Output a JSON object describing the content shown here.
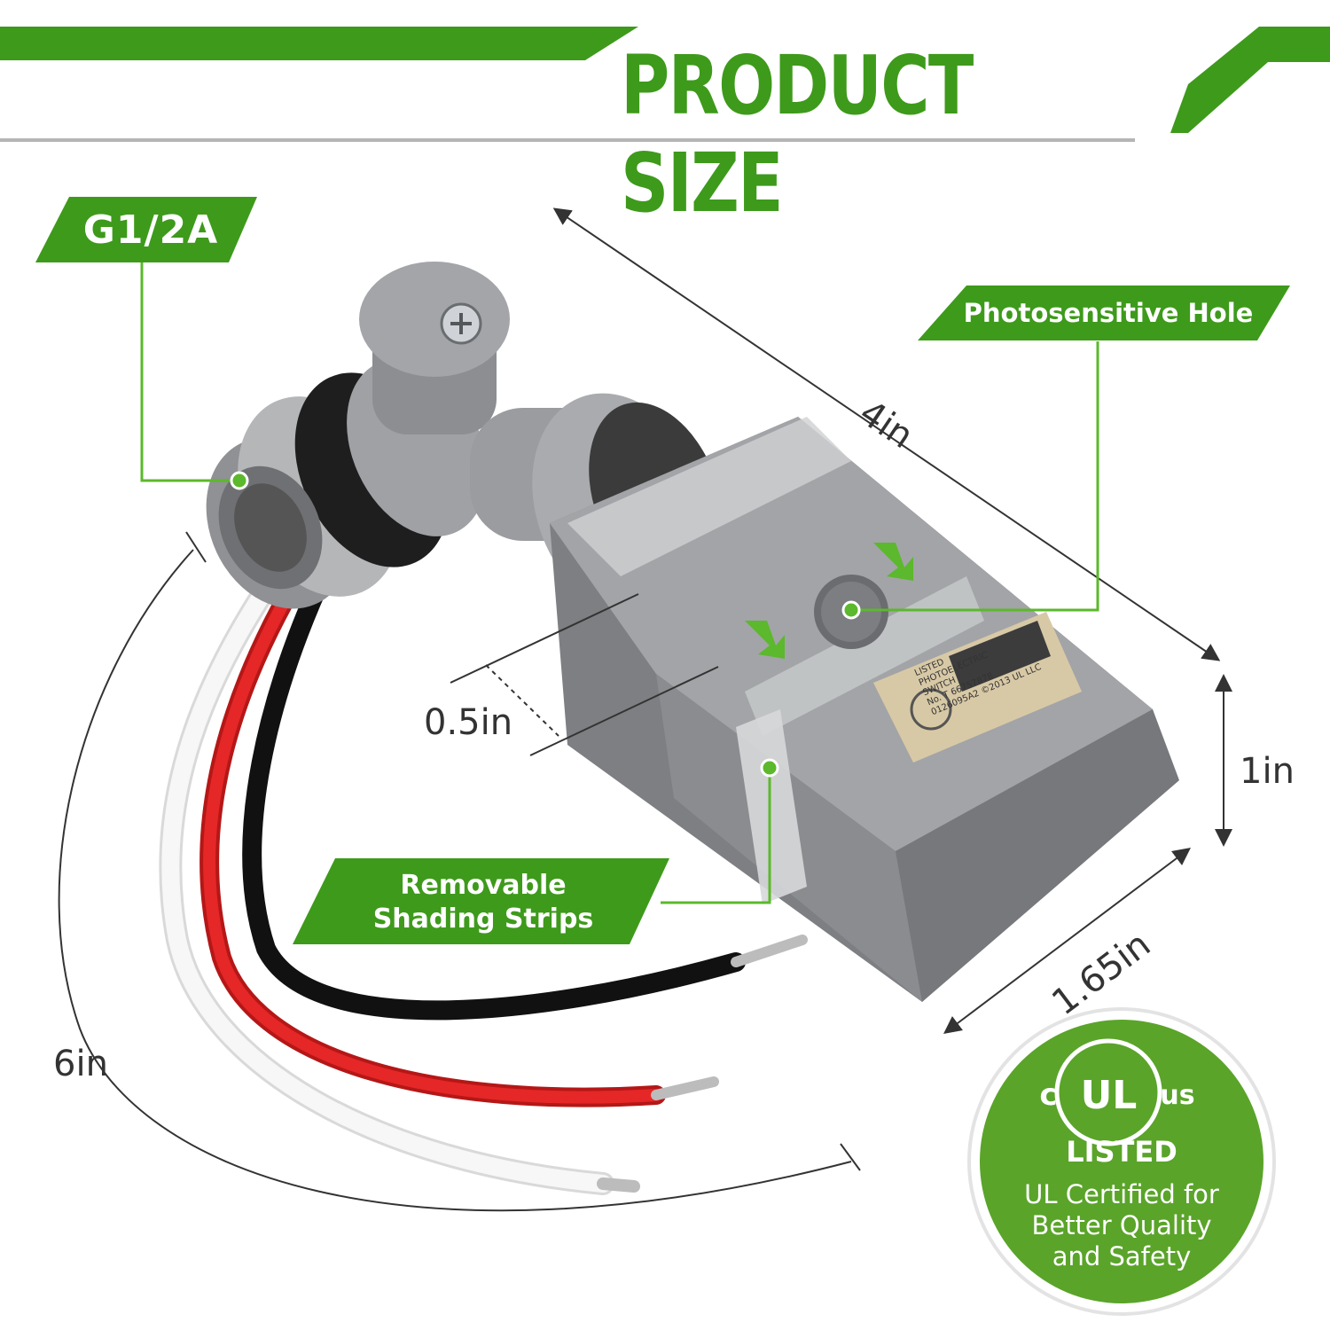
{
  "header": {
    "title": "PRODUCT SIZE"
  },
  "callouts": {
    "thread": "G1/2A",
    "photosensitive": "Photosensitive Hole",
    "shading_line1": "Removable",
    "shading_line2": "Shading Strips"
  },
  "dimensions": {
    "length": "4in",
    "height": "1in",
    "width": "1.65in",
    "strip": "0.5in",
    "wire": "6in"
  },
  "label_sticker": {
    "line1": "LISTED",
    "line2": "PHOTOELECTRIC",
    "line3": "SWITCH",
    "line4": "No. T 66757878",
    "line5": "0126095A2 ©2013 UL LLC"
  },
  "badge": {
    "c": "c",
    "ul": "UL",
    "us": "us",
    "listed": "LISTED",
    "line1": "UL Certified for",
    "line2": "Better Quality",
    "line3": "and Safety"
  },
  "colors": {
    "accent": "#3e9a1b",
    "dot": "#5cb82c",
    "body": "#8c8e91"
  }
}
